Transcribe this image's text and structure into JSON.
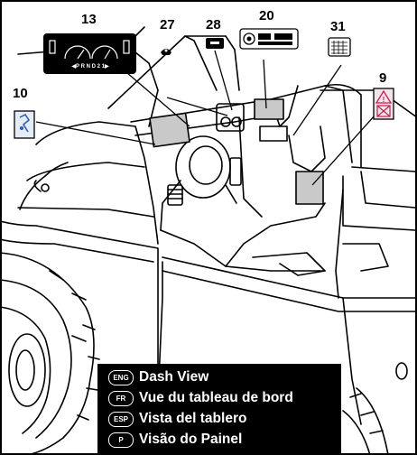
{
  "callouts": [
    {
      "id": "13",
      "label": "13"
    },
    {
      "id": "27",
      "label": "27"
    },
    {
      "id": "28",
      "label": "28"
    },
    {
      "id": "20",
      "label": "20"
    },
    {
      "id": "31",
      "label": "31"
    },
    {
      "id": "9",
      "label": "9"
    },
    {
      "id": "10",
      "label": "10"
    }
  ],
  "gear_indicator": "◀P R N D 2 1▶",
  "legend": [
    {
      "badge": "ENG",
      "text": "Dash View"
    },
    {
      "badge": "FR",
      "text": "Vue du tableau de bord"
    },
    {
      "badge": "ESP",
      "text": "Vista del tablero"
    },
    {
      "badge": "P",
      "text": "Visão do Painel"
    }
  ]
}
